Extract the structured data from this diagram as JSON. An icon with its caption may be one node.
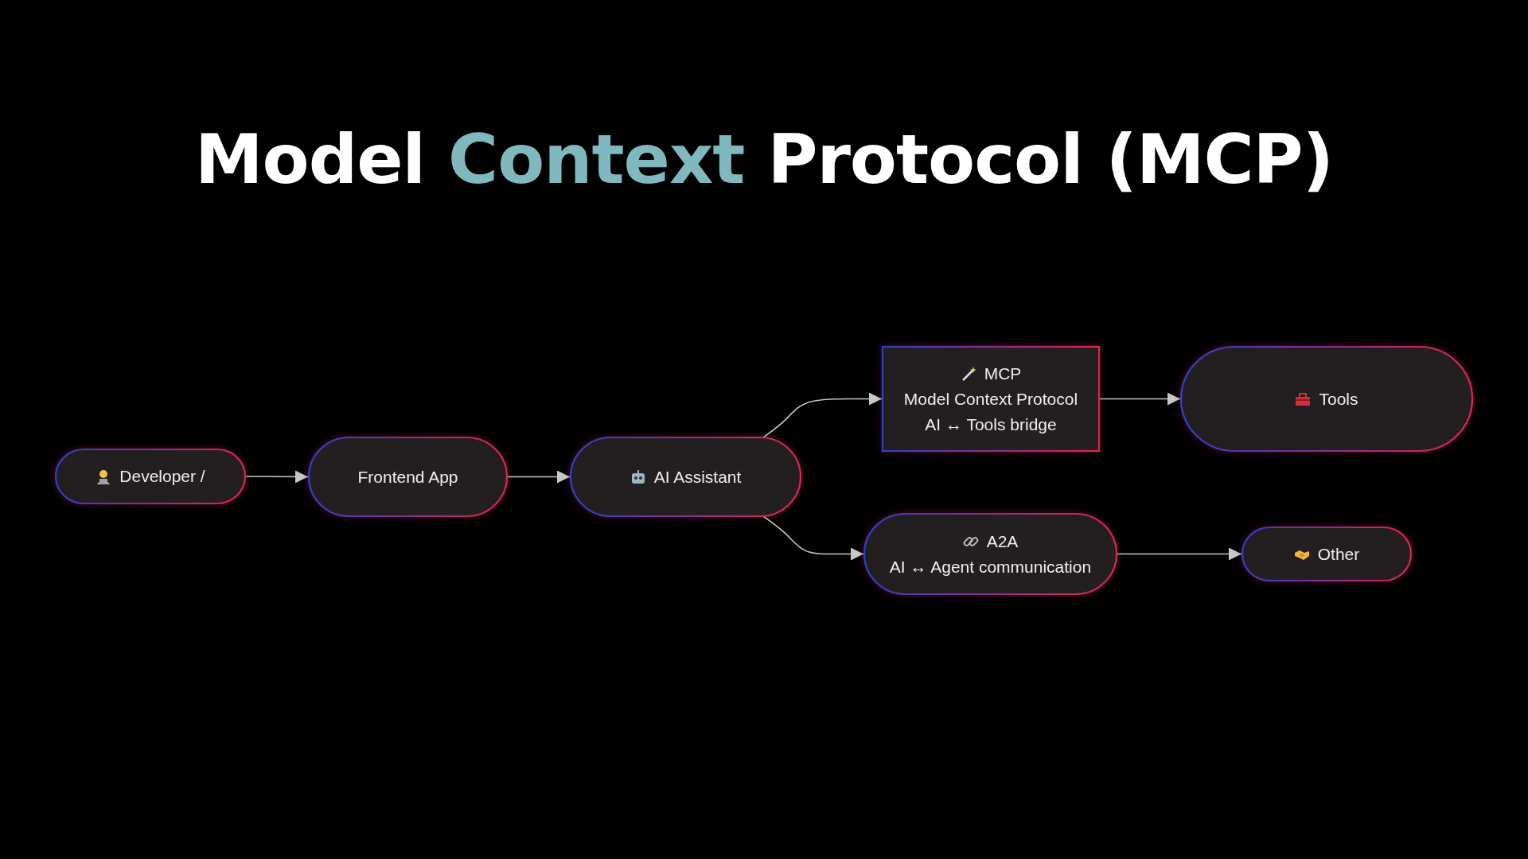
{
  "diagram": {
    "title": "Model **Context** Protocol (MCP)",
    "nodes": [
      {
        "text": [
          "Developer /"
        ]
      },
      {
        "text": [
          "Frontend App"
        ]
      },
      {
        "text": [
          "AI Assistant"
        ]
      },
      {
        "text": [
          "MCP",
          "Model Context Protocol",
          "AI ↔ Tools bridge"
        ]
      },
      {
        "text": [
          "Tools"
        ]
      },
      {
        "text": [
          "A2A",
          "AI ↔ Agent communication"
        ]
      },
      {
        "text": [
          "Other"
        ]
      }
    ],
    "edges": [
      {
        "from": 0,
        "to": 1,
        "arrow": "to"
      },
      {
        "from": 1,
        "to": 2,
        "arrow": "to"
      },
      {
        "from": 2,
        "to": 3,
        "arrow": "to"
      },
      {
        "from": 2,
        "to": 5,
        "arrow": "to"
      },
      {
        "from": 3,
        "to": 4,
        "arrow": "to"
      },
      {
        "from": 5,
        "to": 6,
        "arrow": "to"
      }
    ]
  }
}
